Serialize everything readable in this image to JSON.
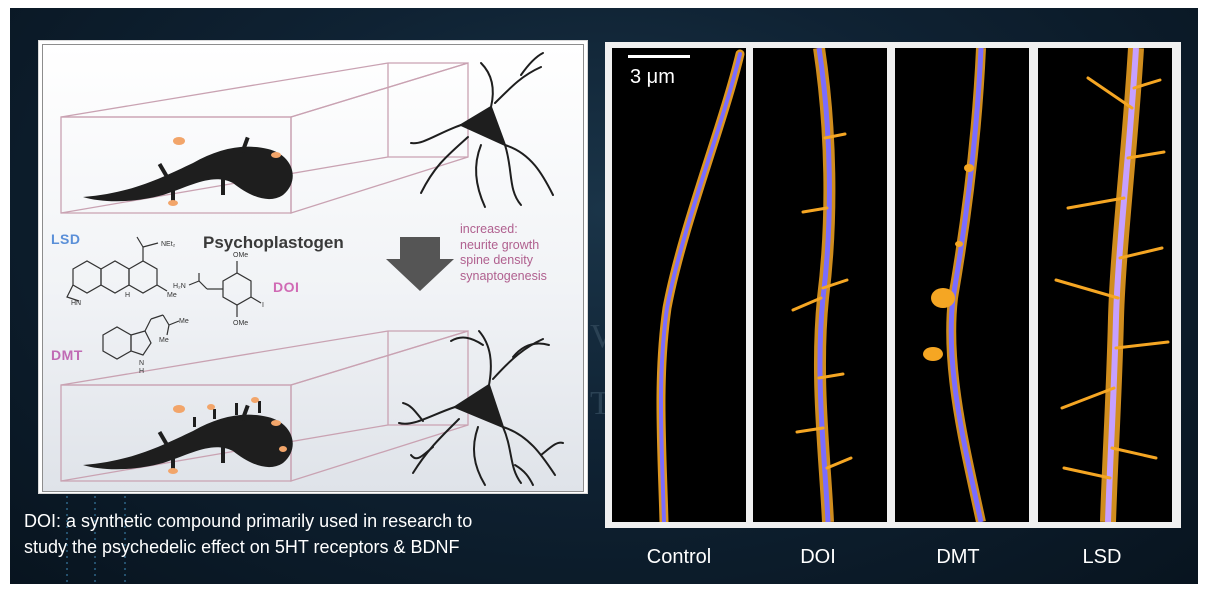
{
  "figure": {
    "molecule_labels": {
      "lsd": "LSD",
      "doi": "DOI",
      "dmt": "DMT"
    },
    "arrow_label": "Psychoplastogen",
    "effects": [
      "increased:",
      "neurite growth",
      "spine density",
      "synaptogenesis"
    ]
  },
  "caption": {
    "lines": [
      "DOI: a synthetic compound primarily used in research to",
      "study the psychedelic effect on 5HT receptors & BDNF"
    ]
  },
  "microscopy": {
    "scale_label": "3 μm",
    "conditions": [
      "Control",
      "DOI",
      "DMT",
      "LSD"
    ]
  },
  "colors": {
    "background": "#0f2233",
    "dendrite_orange": "#f5a623",
    "dendrite_blue": "#6f7bff",
    "salamander": "#1e1e1e"
  }
}
